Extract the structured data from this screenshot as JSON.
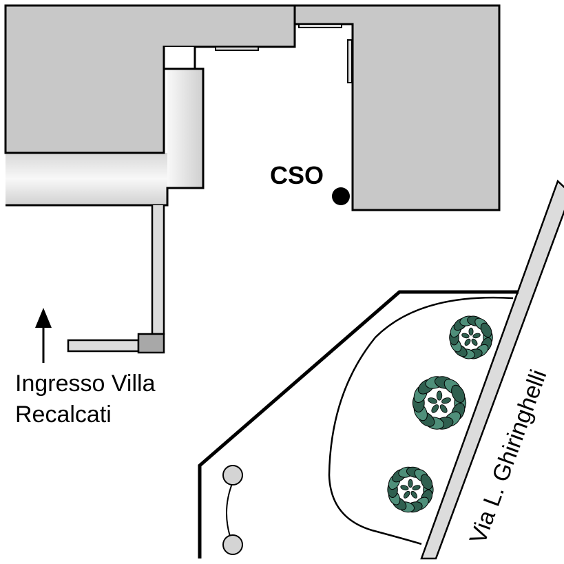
{
  "labels": {
    "cso": "CSO",
    "entrance_line1": "Ingresso Villa",
    "entrance_line2": "Recalcati",
    "street": "Via L. Ghiringhelli"
  },
  "icons": {
    "cso_marker": "dot-marker-icon",
    "entrance_arrow": "arrow-up-icon",
    "trees": "tree-icon",
    "lamp_posts": "lamp-post-icon"
  },
  "colors": {
    "building": "#c8c8c8",
    "outline": "#000000",
    "tree_dark": "#2f5f4f",
    "tree_light": "#4f8f7a",
    "road_fill": "#dcdcdc",
    "lamp": "#d4d4d4"
  }
}
